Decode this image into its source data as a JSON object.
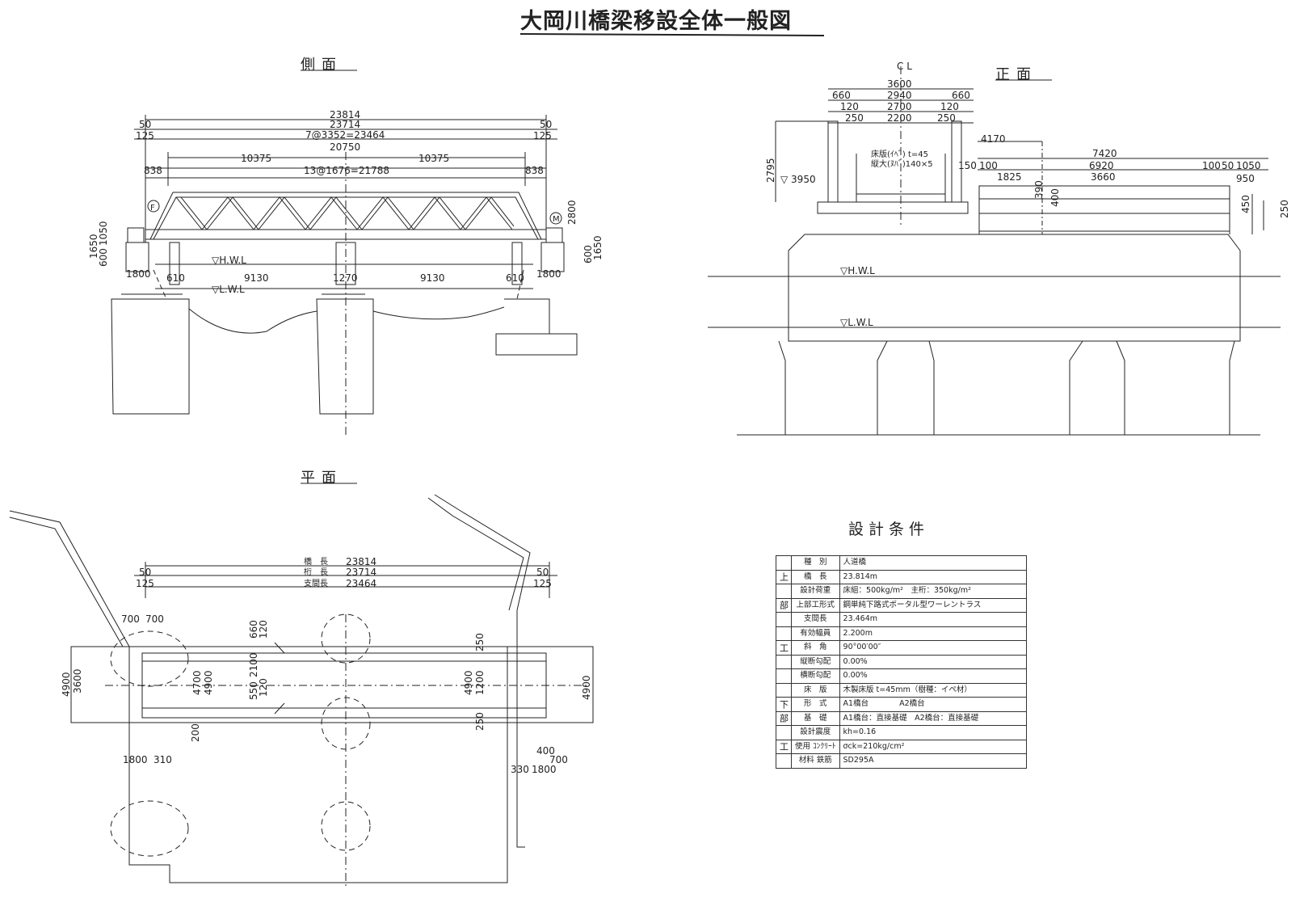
{
  "title": "大岡川橋梁移設全体一般図",
  "views": {
    "side": "側面",
    "front": "正面",
    "plan": "平面"
  },
  "side_dims": {
    "d23814": "23814",
    "d23714": "23714",
    "span_spec": "7@3352=23464",
    "d20750": "20750",
    "d10375a": "10375",
    "d10375b": "10375",
    "panel_spec": "13@1676=21788",
    "d50a": "50",
    "d50b": "50",
    "d125a": "125",
    "d125b": "125",
    "d838a": "838",
    "d838b": "838",
    "d2800": "2800",
    "d1650a": "1650",
    "d1650b": "1650",
    "d600a": "600",
    "d1050": "1050",
    "d600b": "600",
    "d1800a": "1800",
    "d610a": "610",
    "d9130a": "9130",
    "d1270": "1270",
    "d9130b": "9130",
    "d610b": "610",
    "d1800b": "1800",
    "hwl": "▽H.W.L",
    "lwl": "▽L.W.L",
    "mark_f": "F",
    "mark_m": "M"
  },
  "front_dims": {
    "cl": "C\nL",
    "d3600": "3600",
    "d660a": "660",
    "d2940": "2940",
    "d660b": "660",
    "d120a": "120",
    "d2700": "2700",
    "d120b": "120",
    "d250a": "250",
    "d2200": "2200",
    "d250b": "250",
    "d2795": "2795",
    "d3950": "▽ 3950",
    "floor_note1": "床版(ｲﾍﾞ) t=45",
    "floor_note2": "縦大(ﾇﾊﾞ)140×5",
    "d4170": "4170",
    "d7420": "7420",
    "d150": "150",
    "d100a": "100",
    "d6920": "6920",
    "d100b": "100",
    "d50": "50",
    "d1050": "1050",
    "d1825": "1825",
    "d3660": "3660",
    "d950": "950",
    "d390": "390",
    "d400": "400",
    "d450": "450",
    "d250c": "250",
    "hwl": "▽H.W.L",
    "lwl": "▽L.W.L"
  },
  "plan_dims": {
    "bridge_len_label": "橋　長",
    "bridge_len": "23814",
    "girder_len_label": "桁　長",
    "girder_len": "23714",
    "support_len_label": "支間長",
    "support_len": "23464",
    "d50a": "50",
    "d50b": "50",
    "d125a": "125",
    "d125b": "125",
    "d700a": "700",
    "d700b": "700",
    "d4900a": "4900",
    "d3600": "3600",
    "d660": "660",
    "d120a": "120",
    "d2100": "2100",
    "d4700": "4700",
    "d4900b": "4900",
    "d550": "550",
    "d120b": "120",
    "d4900c": "4900",
    "d1200": "1200",
    "d250a": "250",
    "d250b": "250",
    "d4900d": "4900",
    "d200": "200",
    "d1800a": "1800",
    "d310": "310",
    "d400": "400",
    "d700c": "700",
    "d1800b": "1800",
    "d330": "330"
  },
  "design_conditions": {
    "title": "設計条件",
    "rows": [
      {
        "group": "",
        "label": "種　別",
        "value": "人道橋"
      },
      {
        "group": "上",
        "label": "橋　長",
        "value": "23.814m"
      },
      {
        "group": "",
        "label": "設計荷重",
        "value": "床組：500kg/m²　主桁：350kg/m²"
      },
      {
        "group": "部",
        "label": "上部工形式",
        "value": "鋼単純下路式ポータル型ワーレントラス"
      },
      {
        "group": "",
        "label": "支間長",
        "value": "23.464m"
      },
      {
        "group": "",
        "label": "有効幅員",
        "value": "2.200m"
      },
      {
        "group": "工",
        "label": "斜　角",
        "value": "90°00′00″"
      },
      {
        "group": "",
        "label": "縦断勾配",
        "value": "0.00%"
      },
      {
        "group": "",
        "label": "横断勾配",
        "value": "0.00%"
      },
      {
        "group": "",
        "label": "床　版",
        "value": "木製床版 t=45mm（樹種：イペ材）"
      },
      {
        "group": "下",
        "label": "形　式",
        "value": "A1橋台　　　　A2橋台"
      },
      {
        "group": "部",
        "label": "基　礎",
        "value": "A1橋台：直接基礎　A2橋台：直接基礎"
      },
      {
        "group": "",
        "label": "設計震度",
        "value": "kh=0.16"
      },
      {
        "group": "工",
        "label": "使用 ｺﾝｸﾘｰﾄ",
        "value": "σck=210kg/cm²"
      },
      {
        "group": "",
        "label": "材料 鉄筋",
        "value": "SD295A"
      }
    ]
  }
}
